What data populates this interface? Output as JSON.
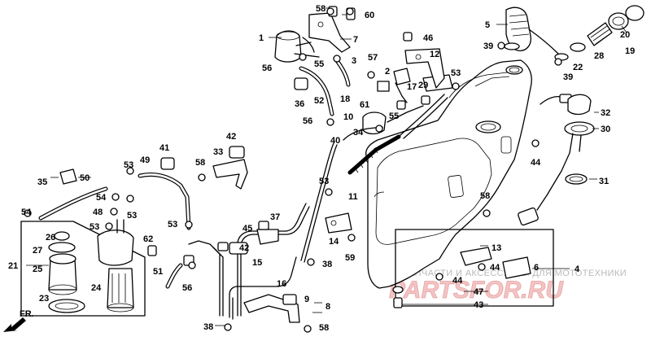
{
  "diagram": {
    "callouts": [
      {
        "id": "c58a",
        "text": "58"
      },
      {
        "id": "c60",
        "text": "60"
      },
      {
        "id": "c1",
        "text": "1"
      },
      {
        "id": "c7",
        "text": "7"
      },
      {
        "id": "c55a",
        "text": "55"
      },
      {
        "id": "c3",
        "text": "3"
      },
      {
        "id": "c56a",
        "text": "56"
      },
      {
        "id": "c36",
        "text": "36"
      },
      {
        "id": "c52",
        "text": "52"
      },
      {
        "id": "c18",
        "text": "18"
      },
      {
        "id": "c57",
        "text": "57"
      },
      {
        "id": "c2",
        "text": "2"
      },
      {
        "id": "c46",
        "text": "46"
      },
      {
        "id": "c12",
        "text": "12"
      },
      {
        "id": "c61",
        "text": "61"
      },
      {
        "id": "c17",
        "text": "17"
      },
      {
        "id": "c29",
        "text": "29"
      },
      {
        "id": "c53a",
        "text": "53"
      },
      {
        "id": "c5",
        "text": "5"
      },
      {
        "id": "c39a",
        "text": "39"
      },
      {
        "id": "c22",
        "text": "22"
      },
      {
        "id": "c39b",
        "text": "39"
      },
      {
        "id": "c28",
        "text": "28"
      },
      {
        "id": "c20",
        "text": "20"
      },
      {
        "id": "c19",
        "text": "19"
      },
      {
        "id": "c32",
        "text": "32"
      },
      {
        "id": "c30",
        "text": "30"
      },
      {
        "id": "c56b",
        "text": "56"
      },
      {
        "id": "c10",
        "text": "10"
      },
      {
        "id": "c55b",
        "text": "55"
      },
      {
        "id": "c34",
        "text": "34"
      },
      {
        "id": "c40",
        "text": "40"
      },
      {
        "id": "c42",
        "text": "42"
      },
      {
        "id": "c41",
        "text": "41"
      },
      {
        "id": "c33",
        "text": "33"
      },
      {
        "id": "c49",
        "text": "49"
      },
      {
        "id": "c53b",
        "text": "53"
      },
      {
        "id": "c58b",
        "text": "58"
      },
      {
        "id": "c44a",
        "text": "44"
      },
      {
        "id": "c31",
        "text": "31"
      },
      {
        "id": "c35",
        "text": "35"
      },
      {
        "id": "c50",
        "text": "50"
      },
      {
        "id": "c54a",
        "text": "54"
      },
      {
        "id": "c53c",
        "text": "53"
      },
      {
        "id": "c11",
        "text": "11"
      },
      {
        "id": "c53d",
        "text": "53"
      },
      {
        "id": "c58c",
        "text": "58"
      },
      {
        "id": "c48",
        "text": "48"
      },
      {
        "id": "c53e",
        "text": "53"
      },
      {
        "id": "c53f",
        "text": "53"
      },
      {
        "id": "c54b",
        "text": "54"
      },
      {
        "id": "c37",
        "text": "37"
      },
      {
        "id": "c45",
        "text": "45"
      },
      {
        "id": "c14",
        "text": "14"
      },
      {
        "id": "c26",
        "text": "26"
      },
      {
        "id": "c27",
        "text": "27"
      },
      {
        "id": "c62",
        "text": "62"
      },
      {
        "id": "c42b",
        "text": "42"
      },
      {
        "id": "c59",
        "text": "59"
      },
      {
        "id": "c13",
        "text": "13"
      },
      {
        "id": "c21",
        "text": "21"
      },
      {
        "id": "c25",
        "text": "25"
      },
      {
        "id": "c15",
        "text": "15"
      },
      {
        "id": "c38a",
        "text": "38"
      },
      {
        "id": "c44b",
        "text": "44"
      },
      {
        "id": "c6",
        "text": "6"
      },
      {
        "id": "c4",
        "text": "4"
      },
      {
        "id": "c51",
        "text": "51"
      },
      {
        "id": "c56c",
        "text": "56"
      },
      {
        "id": "c24",
        "text": "24"
      },
      {
        "id": "c16",
        "text": "16"
      },
      {
        "id": "c44c",
        "text": "44"
      },
      {
        "id": "c23",
        "text": "23"
      },
      {
        "id": "c9",
        "text": "9"
      },
      {
        "id": "c8",
        "text": "8"
      },
      {
        "id": "c47",
        "text": "47"
      },
      {
        "id": "c43",
        "text": "43"
      },
      {
        "id": "c38b",
        "text": "38"
      },
      {
        "id": "c58d",
        "text": "58"
      }
    ],
    "direction_label": "FR.",
    "watermark_text": "ЗАПЧАСТИ И АКСЕССУАРЫ ДЛЯ МОТОТЕХНИКИ",
    "brand_text": "PARTSFOR.RU"
  }
}
